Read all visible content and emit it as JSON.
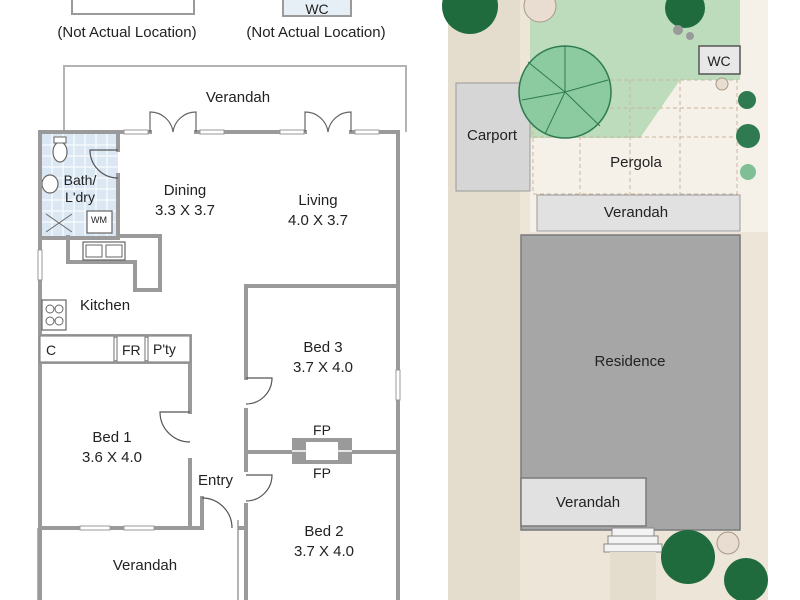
{
  "notes": {
    "not_actual_left": "(Not Actual Location)",
    "not_actual_right": "(Not Actual Location)",
    "wc_top": "WC"
  },
  "floor_plan": {
    "verandah_rear": "Verandah",
    "bath": "Bath/",
    "laundry": "L'dry",
    "wm": "WM",
    "dining": {
      "name": "Dining",
      "size": "3.3 X 3.7"
    },
    "living": {
      "name": "Living",
      "size": "4.0 X 3.7"
    },
    "kitchen": "Kitchen",
    "cupboard": "C",
    "fridge": "FR",
    "pantry": "P'ty",
    "bed3": {
      "name": "Bed 3",
      "size": "3.7 X 4.0"
    },
    "bed1": {
      "name": "Bed 1",
      "size": "3.6 X 4.0"
    },
    "fireplace_a": "FP",
    "fireplace_b": "FP",
    "entry": "Entry",
    "bed2": {
      "name": "Bed 2",
      "size": "3.7 X 4.0"
    },
    "verandah_front": "Verandah"
  },
  "site_plan": {
    "wc": "WC",
    "carport": "Carport",
    "pergola": "Pergola",
    "verandah_rear": "Verandah",
    "residence": "Residence",
    "verandah_front": "Verandah"
  },
  "colors": {
    "wall": "#9a9a9a",
    "residence": "#a6a6a6",
    "verandah": "#e1e1e1",
    "lawn": "#bcdcbc",
    "paving": "#f0ece2",
    "tree_dark": "#1f6b3e",
    "tree_light": "#4faa76"
  }
}
